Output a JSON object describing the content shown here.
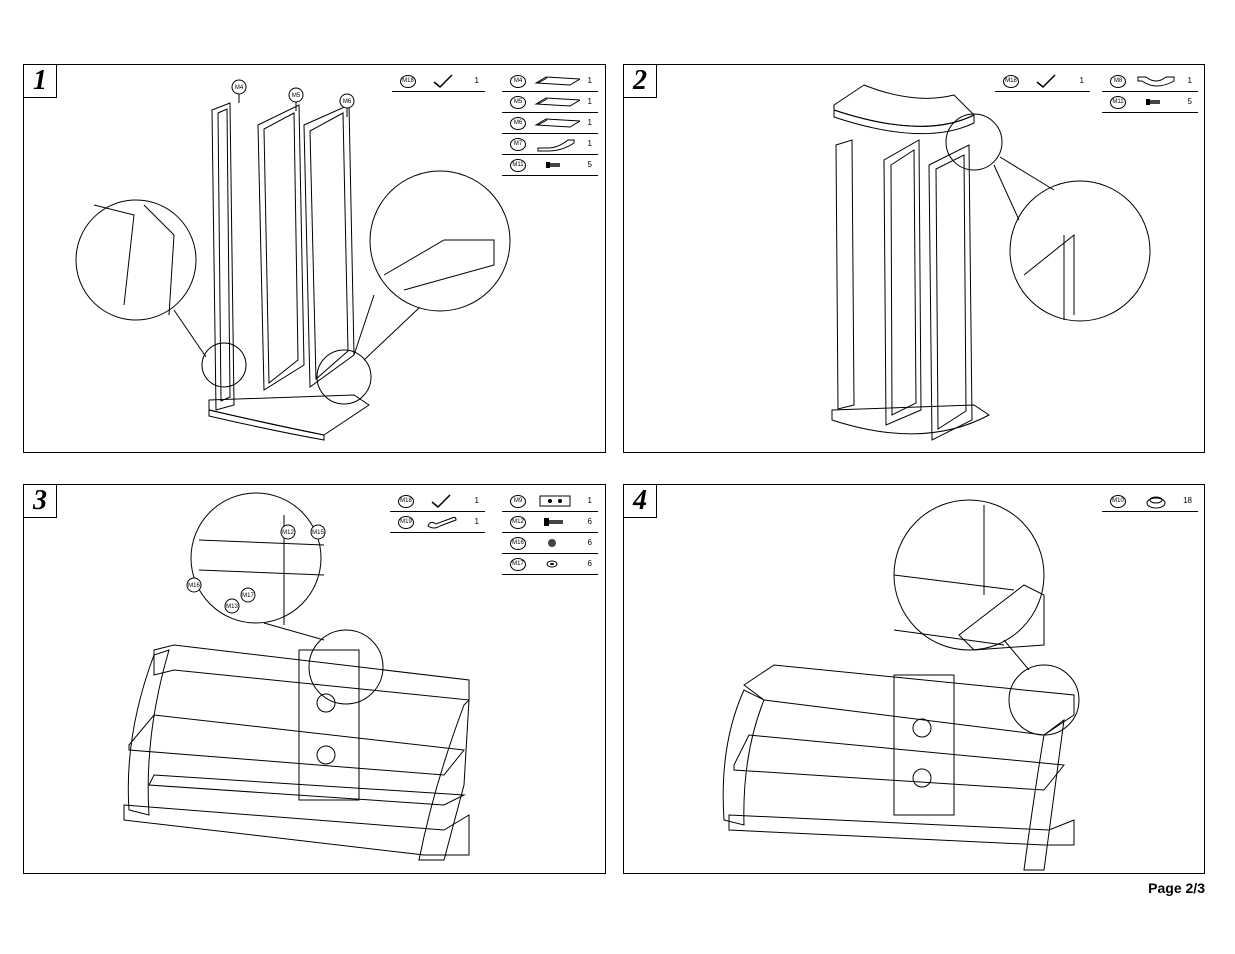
{
  "steps": [
    {
      "number": "1",
      "tools": [
        {
          "code": "M18",
          "icon": "check-icon",
          "qty": "1"
        }
      ],
      "parts": [
        {
          "code": "M4",
          "icon": "glass-panel-icon",
          "qty": "1"
        },
        {
          "code": "M5",
          "icon": "glass-panel-icon",
          "qty": "1"
        },
        {
          "code": "M6",
          "icon": "glass-panel-icon",
          "qty": "1"
        },
        {
          "code": "M7",
          "icon": "curved-bracket-icon",
          "qty": "1"
        },
        {
          "code": "M11",
          "icon": "screw-icon",
          "qty": "5"
        }
      ],
      "callouts": [
        "M4",
        "M5",
        "M6"
      ]
    },
    {
      "number": "2",
      "tools": [
        {
          "code": "M18",
          "icon": "check-icon",
          "qty": "1"
        }
      ],
      "parts": [
        {
          "code": "M8",
          "icon": "curved-bracket-icon",
          "qty": "1"
        },
        {
          "code": "M11",
          "icon": "screw-icon",
          "qty": "5"
        }
      ]
    },
    {
      "number": "3",
      "tools": [
        {
          "code": "M18",
          "icon": "check-icon",
          "qty": "1"
        },
        {
          "code": "M19",
          "icon": "wrench-icon",
          "qty": "1"
        }
      ],
      "parts": [
        {
          "code": "M9",
          "icon": "plate-icon",
          "qty": "1"
        },
        {
          "code": "M12",
          "icon": "bolt-icon",
          "qty": "6"
        },
        {
          "code": "M16",
          "icon": "nut-icon",
          "qty": "6"
        },
        {
          "code": "M17",
          "icon": "washer-icon",
          "qty": "6"
        }
      ],
      "callouts": [
        "M12",
        "M15",
        "M16",
        "M13",
        "M17"
      ]
    },
    {
      "number": "4",
      "tools": [],
      "parts": [
        {
          "code": "M10",
          "icon": "pad-icon",
          "qty": "18"
        }
      ]
    }
  ],
  "footer": {
    "page_label": "Page 2/3"
  }
}
